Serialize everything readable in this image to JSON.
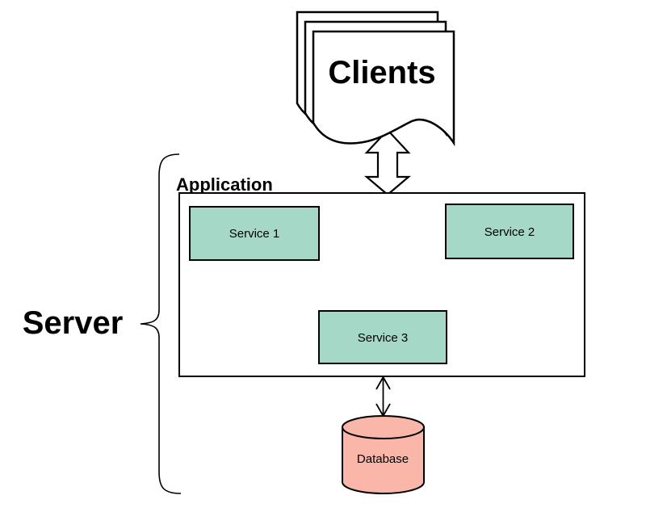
{
  "diagram": {
    "nodes": {
      "clients": {
        "label": "Clients"
      },
      "server": {
        "label": "Server"
      },
      "application": {
        "label": "Application"
      },
      "service1": {
        "label": "Service 1"
      },
      "service2": {
        "label": "Service 2"
      },
      "service3": {
        "label": "Service 3"
      },
      "database": {
        "label": "Database"
      }
    },
    "colors": {
      "service_fill": "#a6d8c7",
      "database_fill": "#f9b6a9",
      "shape_fill": "#ffffff",
      "stroke": "#000000",
      "background": "#ffffff"
    }
  }
}
